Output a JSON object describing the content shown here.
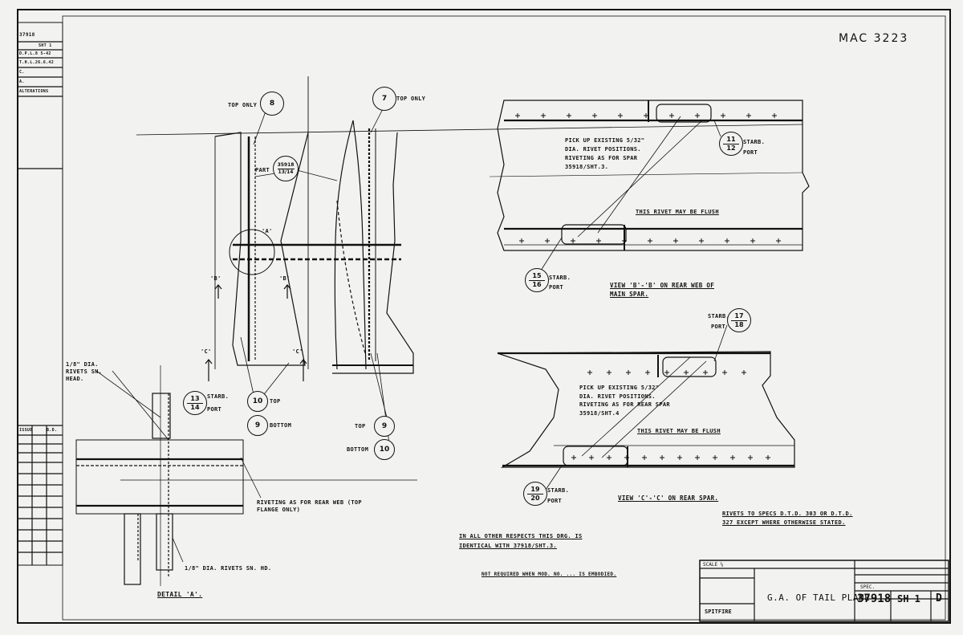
{
  "drawing_ref": "MAC 3223",
  "title_block": {
    "title": "G.A. OF TAIL PLANE",
    "number": "37918",
    "sheet": "SH 1",
    "issue": "D",
    "aircraft": "SPITFIRE",
    "scale": "SCALE ¼",
    "spec": "SPEC."
  },
  "side_panel": {
    "top_number": "37918",
    "sheet": "SHT 1",
    "rows": [
      "D.P.L.8 5-42",
      "T.H.L.26.6.42",
      "C.",
      "A."
    ],
    "alterations_heading": "ALTERATIONS",
    "issue_table_header": [
      "ISSUE",
      "B.D."
    ]
  },
  "views": {
    "view_b": "VIEW 'B'-'B' ON REAR WEB OF MAIN SPAR.",
    "view_c": "VIEW 'C'-'C' ON REAR SPAR.",
    "detail_a": "DETAIL 'A'."
  },
  "notes": {
    "pick_up_b": "PICK UP EXISTING 5/32\" DIA. RIVET POSITIONS. RIVETING AS FOR SPAR 35918/SHT.3.",
    "flush_b": "THIS RIVET MAY BE FLUSH",
    "pick_up_c": "PICK UP EXISTING 5/32\" DIA. RIVET POSITIONS. RIVETING AS FOR REAR SPAR 35918/SHT.4",
    "flush_c": "THIS RIVET MAY BE FLUSH",
    "rivets_spec": "RIVETS TO SPECS D.T.D. 303 OR D.T.D. 327 EXCEPT WHERE OTHERWISE STATED.",
    "other_respects": "IN ALL OTHER RESPECTS THIS DRG. IS IDENTICAL WITH 37918/SHT.3.",
    "not_required": "NOT REQUIRED WHEN MOD. NO. ... IS EMBODIED.",
    "riveting_rear": "RIVETING AS FOR REAR WEB (TOP FLANGE ONLY)",
    "dia_rivets_head": "1/8\" DIA. RIVETS SN. HEAD.",
    "dia_rivets_hd": "1/8\" DIA. RIVETS SN. HD.",
    "top_only_1": "TOP ONLY",
    "top_only_2": "TOP ONLY",
    "part_mark": "PART",
    "starb": "STARB.",
    "port": "PORT",
    "top": "TOP",
    "bottom": "BOTTOM"
  },
  "balloons": {
    "b8": "8",
    "b7": "7",
    "b_c": "35918",
    "b_c_sub": "13/14",
    "b11": "11",
    "b12": "12",
    "b15": "15",
    "b16": "16",
    "b17": "17",
    "b18": "18",
    "b13": "13",
    "b14": "14",
    "b10": "10",
    "b9": "9",
    "b9r": "9",
    "b10r": "10",
    "b19": "19",
    "b20": "20"
  },
  "section_marks": {
    "a": "'A'",
    "b1": "'B'",
    "b2": "'B'",
    "c1": "'C'",
    "c2": "'C'"
  }
}
